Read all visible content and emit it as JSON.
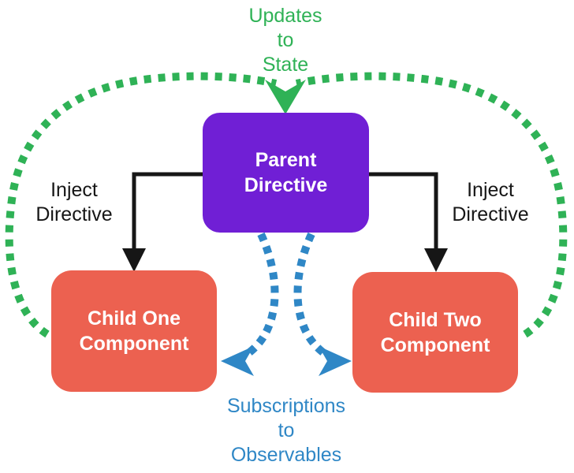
{
  "diagram": {
    "type": "flow-diagram",
    "nodes": {
      "parent": {
        "label": "Parent\nDirective"
      },
      "child_one": {
        "label": "Child One\nComponent"
      },
      "child_two": {
        "label": "Child Two\nComponent"
      }
    },
    "annotations": {
      "updates_to_state": "Updates\nto\nState",
      "inject_directive_left": "Inject\nDirective",
      "inject_directive_right": "Inject\nDirective",
      "subscriptions_to_observables": "Subscriptions\nto\nObservables"
    },
    "edges": [
      {
        "from": "parent",
        "to": "child_one",
        "label": "Inject Directive",
        "style": "solid",
        "color": "black"
      },
      {
        "from": "parent",
        "to": "child_two",
        "label": "Inject Directive",
        "style": "solid",
        "color": "black"
      },
      {
        "from": "child_one",
        "to": "parent",
        "label": "Updates to State",
        "style": "dotted",
        "color": "green"
      },
      {
        "from": "child_two",
        "to": "parent",
        "label": "Updates to State",
        "style": "dotted",
        "color": "green"
      },
      {
        "from": "parent",
        "to": "child_one",
        "label": "Subscriptions to Observables",
        "style": "dotted",
        "color": "blue"
      },
      {
        "from": "parent",
        "to": "child_two",
        "label": "Subscriptions to Observables",
        "style": "dotted",
        "color": "blue"
      }
    ],
    "colors": {
      "parent-fill": "#701fd5",
      "child-fill": "#ec6150",
      "green": "#2fb256",
      "blue": "#2f87c6",
      "line-black": "#161616",
      "node-text": "#ffffff",
      "background": "#ffffff"
    }
  }
}
